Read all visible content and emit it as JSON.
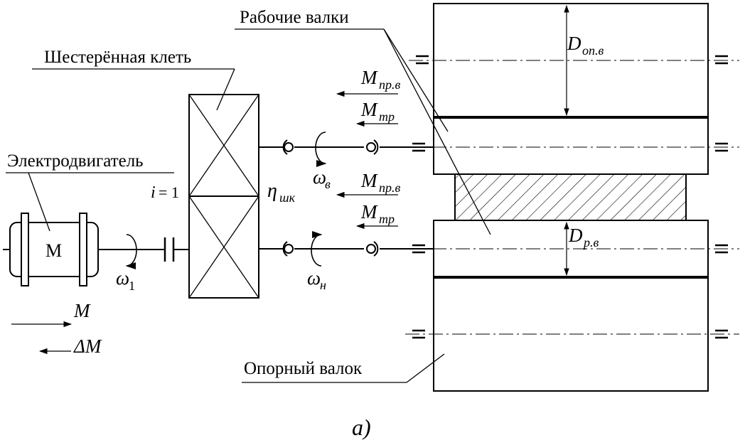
{
  "labels": {
    "work_rolls": "Рабочие валки",
    "pinion_stand": "Шестерённая клеть",
    "motor": "Электродвигатель",
    "backup_roll": "Опорный валок",
    "motor_letter": "M",
    "caption": "a)"
  },
  "symbols": {
    "d_backup": "D",
    "d_backup_sub": "оп.в",
    "d_work": "D",
    "d_work_sub": "р.в",
    "m_top": "M",
    "m_top_sub": "пр.в",
    "mtr_top": "M",
    "mtr_top_sub": "тр",
    "m_bot": "M",
    "m_bot_sub": "пр.в",
    "mtr_bot": "M",
    "mtr_bot_sub": "тр",
    "omega_v": "ω",
    "omega_v_sub": "в",
    "omega_n": "ω",
    "omega_n_sub": "н",
    "omega_1": "ω",
    "omega_1_sub": "1",
    "eta": "η",
    "eta_sub": "шк",
    "ratio_i": "i",
    "ratio_val": "= 1",
    "moment_m": "M",
    "delta_m": "ΔM"
  }
}
